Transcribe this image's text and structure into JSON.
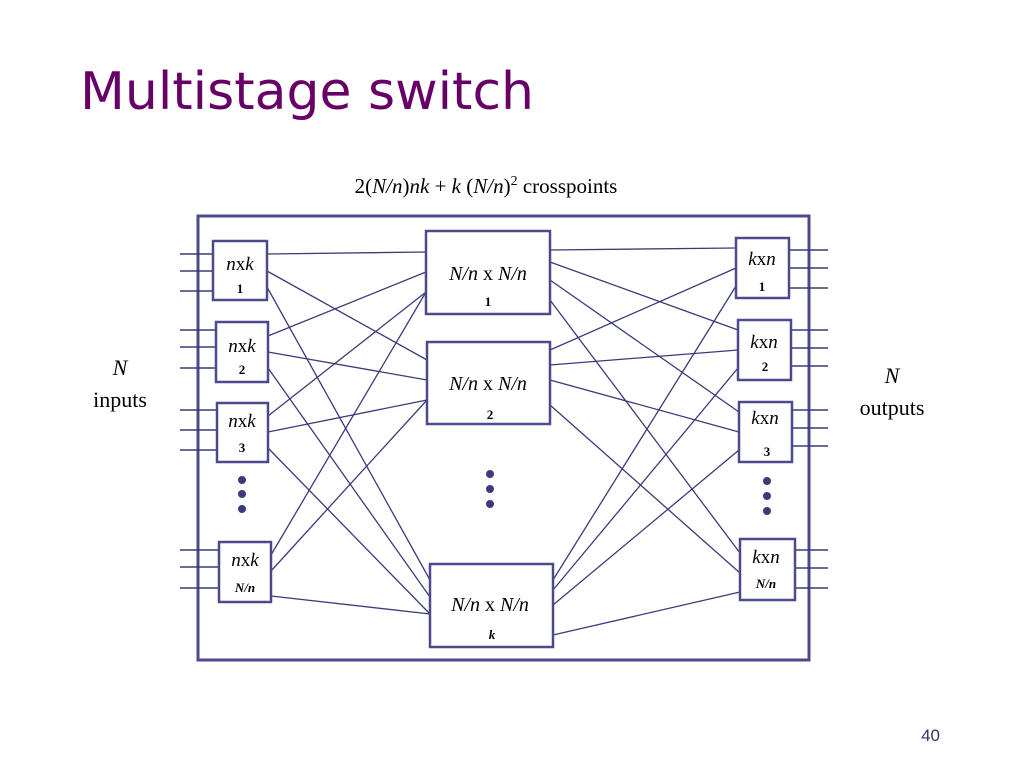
{
  "slide": {
    "title": "Multistage switch",
    "page_number": "40",
    "formula": {
      "p1": "2(",
      "p2": "N/n",
      "p3": ")",
      "p4": "nk",
      "p5": " + ",
      "p6": "k",
      "p7": " (",
      "p8": "N/n",
      "p9": ")",
      "p10": "2",
      "p11": " crosspoints"
    },
    "inputs_label": {
      "var": "N",
      "word": "inputs"
    },
    "outputs_label": {
      "var": "N",
      "word": "outputs"
    }
  },
  "diagram": {
    "stage1": [
      {
        "name": {
          "a": "n",
          "x": "x",
          "b": "k"
        },
        "index": "1"
      },
      {
        "name": {
          "a": "n",
          "x": "x",
          "b": "k"
        },
        "index": "2"
      },
      {
        "name": {
          "a": "n",
          "x": "x",
          "b": "k"
        },
        "index": "3"
      },
      {
        "name": {
          "a": "n",
          "x": "x",
          "b": "k"
        },
        "index": "N/n"
      }
    ],
    "stage2": [
      {
        "name": {
          "a": "N/n",
          "x": " x ",
          "b": "N/n"
        },
        "index": "1"
      },
      {
        "name": {
          "a": "N/n",
          "x": " x ",
          "b": "N/n"
        },
        "index": "2"
      },
      {
        "name": {
          "a": "N/n",
          "x": " x ",
          "b": "N/n"
        },
        "index": "k"
      }
    ],
    "stage3": [
      {
        "name": {
          "a": "k",
          "x": "x",
          "b": "n"
        },
        "index": "1"
      },
      {
        "name": {
          "a": "k",
          "x": "x",
          "b": "n"
        },
        "index": "2"
      },
      {
        "name": {
          "a": "k",
          "x": "x",
          "b": "n"
        },
        "index": "3"
      },
      {
        "name": {
          "a": "k",
          "x": "x",
          "b": "n"
        },
        "index": "N/n"
      }
    ]
  }
}
